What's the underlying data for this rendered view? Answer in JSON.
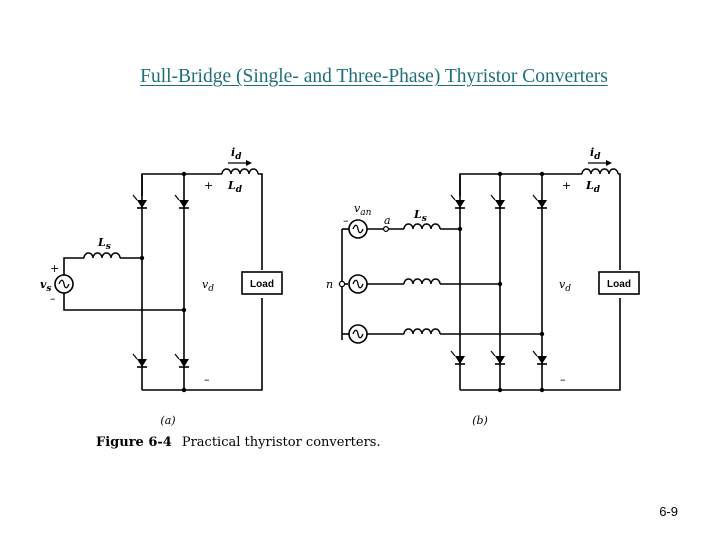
{
  "slide": {
    "title": "Full-Bridge (Single- and Three-Phase) Thyristor Converters",
    "page_number": "6-9"
  },
  "figure": {
    "caption_number": "Figure 6-4",
    "caption_text": "Practical thyristor converters.",
    "sub_a": "(a)",
    "sub_b": "(b)",
    "a": {
      "id": "i",
      "id_sub": "d",
      "Ld": "L",
      "Ld_sub": "d",
      "Ls": "L",
      "Ls_sub": "s",
      "vs": "v",
      "vs_sub": "s",
      "vd": "v",
      "vd_sub": "d",
      "plus_top": "+",
      "minus_bot": "–",
      "src_plus": "+",
      "src_minus": "–",
      "load": "Load"
    },
    "b": {
      "id": "i",
      "id_sub": "d",
      "Ld": "L",
      "Ld_sub": "d",
      "Ls": "L",
      "Ls_sub": "s",
      "van": "v",
      "van_sub": "an",
      "a": "a",
      "n": "n",
      "vd": "v",
      "vd_sub": "d",
      "plus_top": "+",
      "minus_bot": "–",
      "src_minus": "–",
      "load": "Load"
    }
  }
}
